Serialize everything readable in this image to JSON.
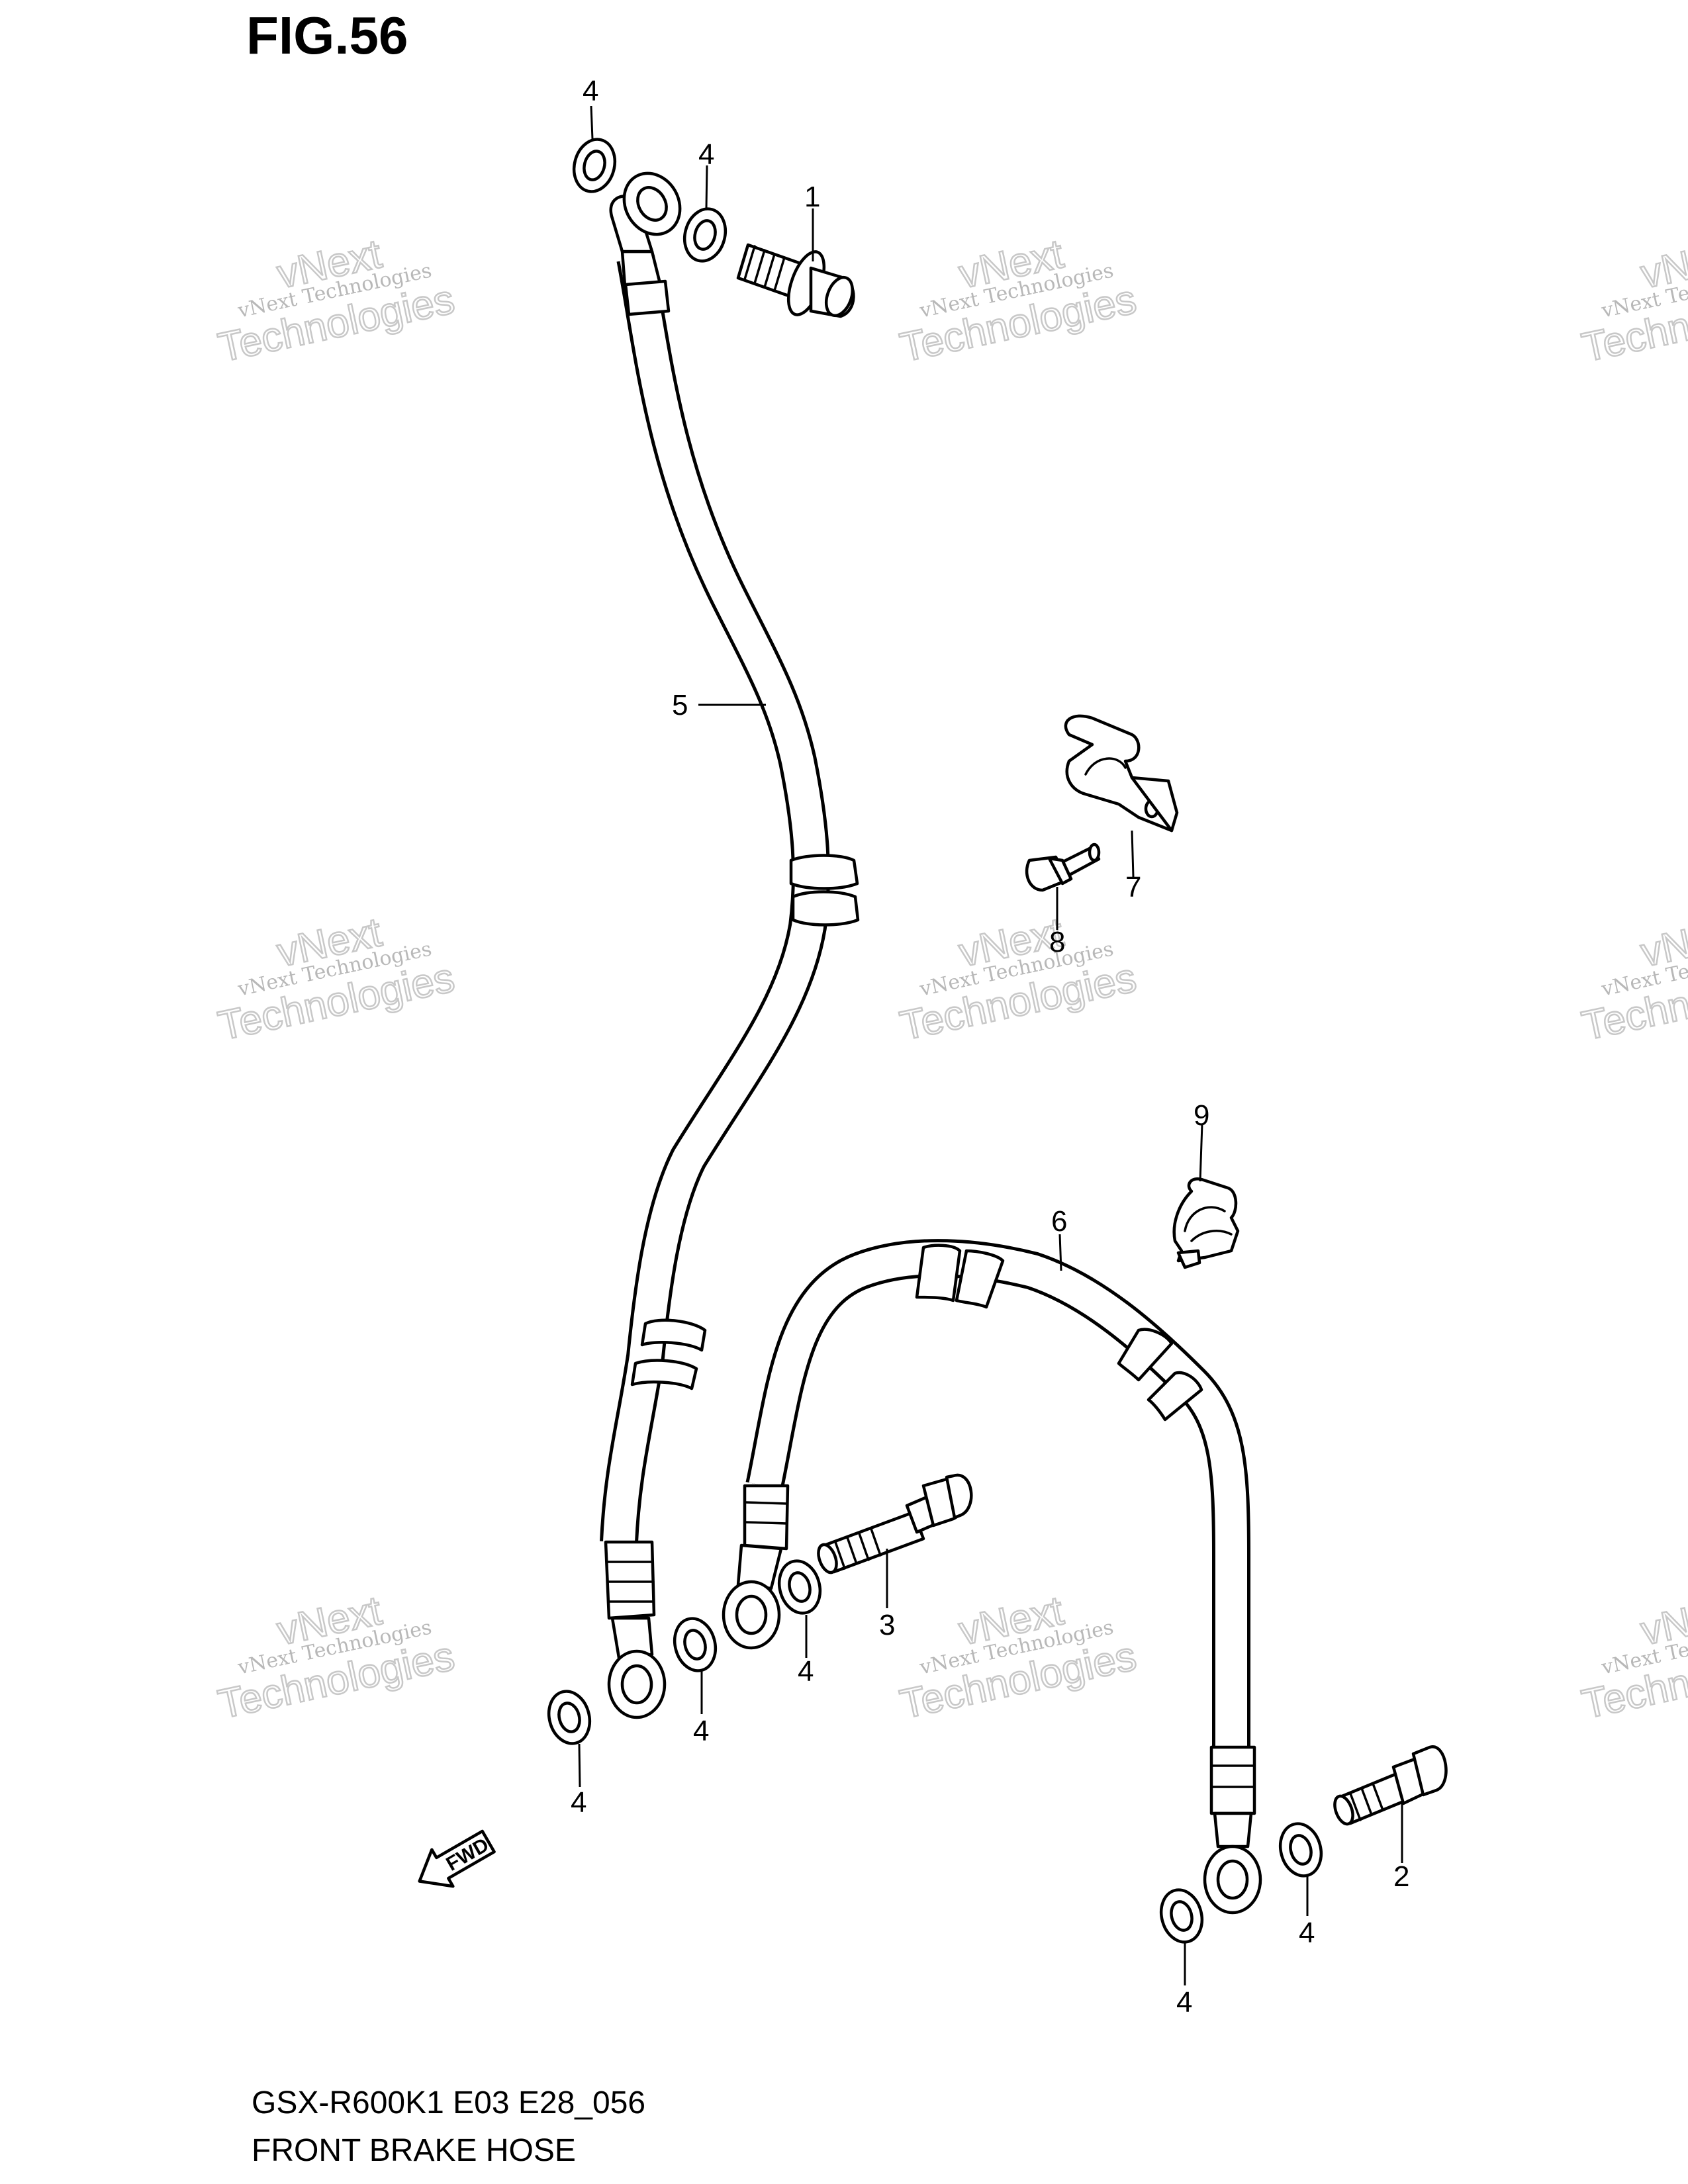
{
  "figure": {
    "title": "FIG.56",
    "model_code": "GSX-R600K1 E03 E28_056",
    "section_name": "FRONT BRAKE  HOSE"
  },
  "parts": [
    {
      "ref": "1",
      "name": "union-bolt-top"
    },
    {
      "ref": "2",
      "name": "union-bolt-caliper"
    },
    {
      "ref": "3",
      "name": "union-bolt-3-way"
    },
    {
      "ref": "4",
      "name": "gasket"
    },
    {
      "ref": "5",
      "name": "brake-hose-upper"
    },
    {
      "ref": "6",
      "name": "brake-hose-lower"
    },
    {
      "ref": "7",
      "name": "hose-clamp-bracket"
    },
    {
      "ref": "8",
      "name": "clamp-bolt"
    },
    {
      "ref": "9",
      "name": "hose-clamp"
    }
  ],
  "direction_marker": {
    "label": "FWD",
    "icon": "forward-arrow-icon"
  },
  "watermark": {
    "line1": "vNext",
    "line2": "vNext Technologies",
    "line3": "Technologies"
  }
}
